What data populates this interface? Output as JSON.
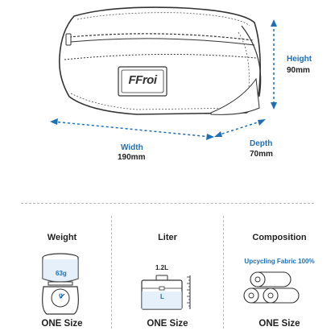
{
  "brand": "FFroi",
  "dimensions": {
    "width_label": "Width",
    "width_value": "190mm",
    "height_label": "Height",
    "height_value": "90mm",
    "depth_label": "Depth",
    "depth_value": "70mm"
  },
  "specs": {
    "weight": {
      "title": "Weight",
      "amount": "63g",
      "unit": "g",
      "size": "ONE Size"
    },
    "liter": {
      "title": "Liter",
      "amount": "1.2L",
      "unit": "L",
      "size": "ONE Size"
    },
    "composition": {
      "title": "Composition",
      "note": "Upcycling Fabric 100%",
      "size": "ONE Size"
    }
  },
  "colors": {
    "accent": "#1f6fb5",
    "outline": "#333333",
    "divider": "#b8b8b8"
  }
}
